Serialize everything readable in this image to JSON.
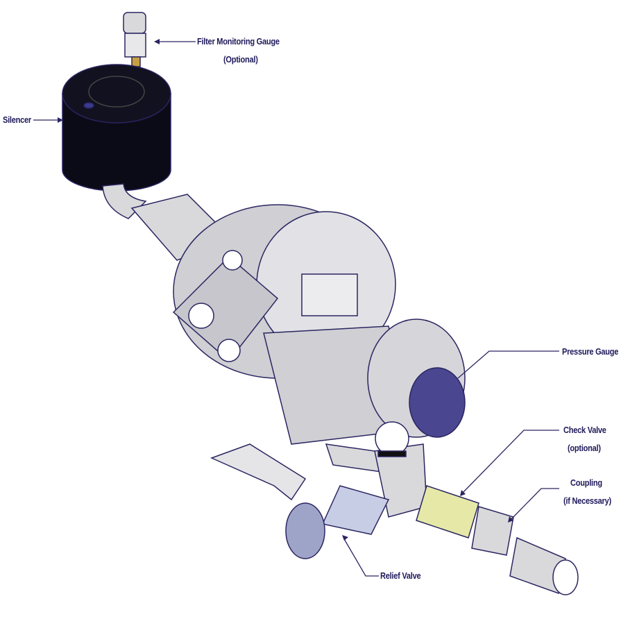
{
  "labels": {
    "filter_gauge": "Filter Monitoring Gauge",
    "filter_gauge_note": "(Optional)",
    "silencer": "Silencer",
    "pressure_gauge": "Pressure Gauge",
    "check_valve": "Check Valve",
    "check_valve_note": "(optional)",
    "coupling": "Coupling",
    "coupling_note": "(if Necessary)",
    "relief_valve": "Relief Valve"
  },
  "colors": {
    "label": "#1f1a5a",
    "outline": "#2a2560",
    "body": "#d9d9dc",
    "silencer": "#0b0b18",
    "check_valve": "#e6e8a8",
    "relief_valve": "#c8cde6"
  }
}
